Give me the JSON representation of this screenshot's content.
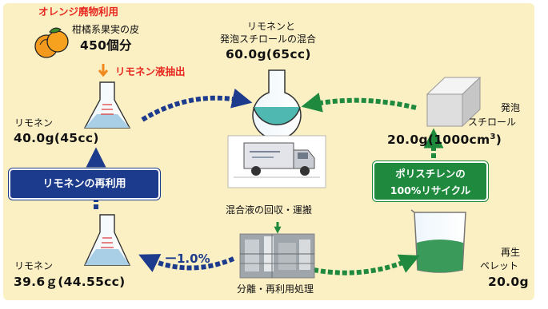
{
  "top_left": {
    "heading": "オレンジ廃物利用",
    "peel_line1": "柑橘系果実の皮",
    "peel_line2": "450個分",
    "extraction": "リモネン液抽出"
  },
  "limonene_top": {
    "name": "リモネン",
    "amount": "40.0g(45cc)"
  },
  "reuse_badge": "リモネンの再利用",
  "limonene_bottom": {
    "name": "リモネン",
    "amount": "39.6ｇ(44.55cc)"
  },
  "loss_label": "ー1.0%",
  "mixture": {
    "line1": "リモネンと",
    "line2": "発泡スチロールの混合",
    "amount": "60.0g(65cc)"
  },
  "collection_label": "混合液の回収・運搬",
  "separation_label": "分離・再利用処理",
  "styrofoam": {
    "line1": "発泡",
    "line2": "スチロール",
    "amount_prefix": "20.0g(1000cm",
    "amount_sup": "3",
    "amount_suffix": ")"
  },
  "recycle_badge": {
    "line1": "ポリスチレンの",
    "line2": "100%リサイクル"
  },
  "pellet": {
    "line1": "再生",
    "line2": "ペレット",
    "amount": "20.0g"
  },
  "colors": {
    "background": "#fbefc4",
    "blue_arrow": "#1d3b8c",
    "green_arrow": "#1f8a3e",
    "red_text": "#e8281e",
    "liquid": "#4fb8b0",
    "pellet": "#3a9a5a"
  }
}
